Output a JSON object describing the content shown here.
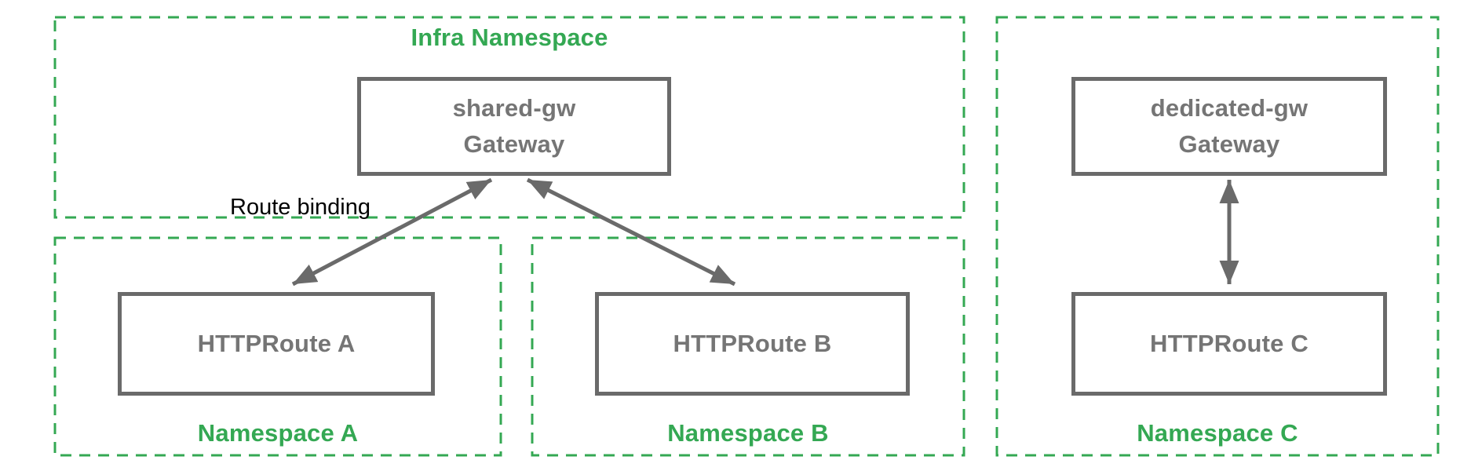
{
  "namespaces": {
    "infra": {
      "label": "Infra Namespace"
    },
    "a": {
      "label": "Namespace A"
    },
    "b": {
      "label": "Namespace B"
    },
    "c": {
      "label": "Namespace C"
    }
  },
  "nodes": {
    "shared_gw": {
      "label": "shared-gw\nGateway"
    },
    "dedicated_gw": {
      "label": "dedicated-gw\nGateway"
    },
    "route_a": {
      "label": "HTTPRoute A"
    },
    "route_b": {
      "label": "HTTPRoute B"
    },
    "route_c": {
      "label": "HTTPRoute C"
    }
  },
  "annotations": {
    "route_binding": "Route binding"
  },
  "edges": [
    {
      "name": "shared-gw to HTTPRoute A",
      "bidirectional": true
    },
    {
      "name": "shared-gw to HTTPRoute B",
      "bidirectional": true
    },
    {
      "name": "dedicated-gw to HTTPRoute C",
      "bidirectional": true
    }
  ],
  "colors": {
    "namespace_green": "#34A853",
    "node_border_gray": "#6A6A6A",
    "node_text_gray": "#757575",
    "annotation_black": "#000000",
    "background": "#FFFFFF"
  }
}
